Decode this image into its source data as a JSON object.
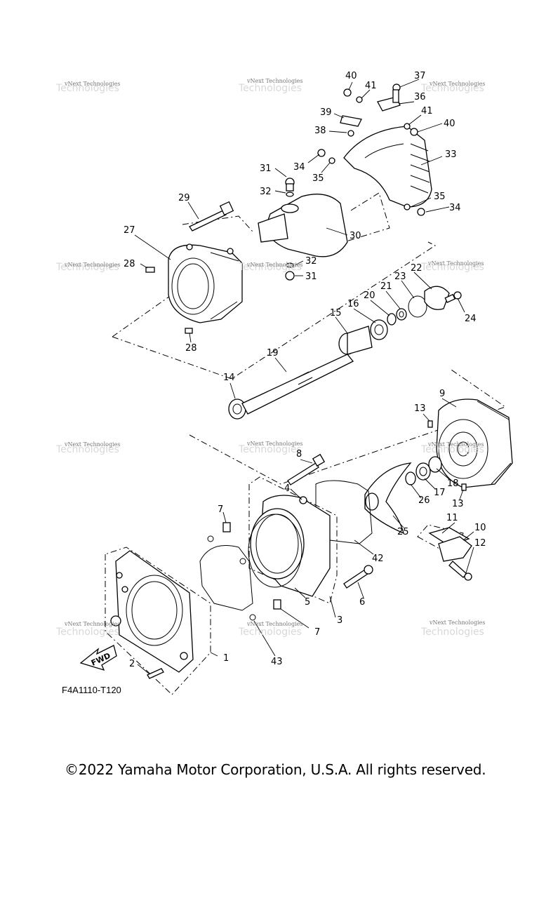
{
  "diagram": {
    "code": "F4A1110-T120",
    "fwd_label": "FWD",
    "watermark_text": "vNext Technologies",
    "watermark_ghost": "Technologies",
    "callouts": [
      "40",
      "41",
      "37",
      "36",
      "39",
      "41",
      "40",
      "38",
      "33",
      "34",
      "35",
      "31",
      "32",
      "34",
      "35",
      "29",
      "30",
      "27",
      "28",
      "32",
      "31",
      "22",
      "23",
      "21",
      "20",
      "16",
      "15",
      "24",
      "28",
      "19",
      "14",
      "9",
      "13",
      "8",
      "4",
      "7",
      "11",
      "10",
      "12",
      "18",
      "17",
      "26",
      "13",
      "25",
      "42",
      "5",
      "6",
      "3",
      "7",
      "43",
      "1",
      "2"
    ]
  },
  "footer": {
    "copyright": "©2022 Yamaha Motor Corporation, U.S.A. All rights reserved."
  }
}
